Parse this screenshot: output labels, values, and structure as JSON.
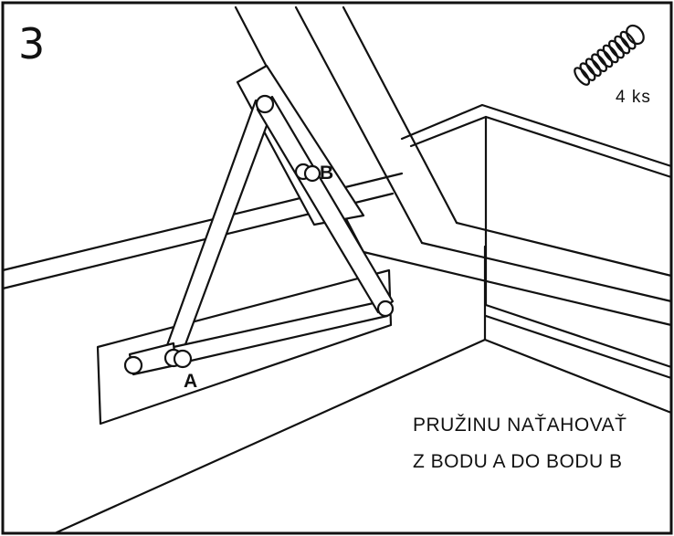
{
  "step": {
    "number": "3"
  },
  "parts": {
    "quantity_label": "4 ks",
    "icon": "spring-icon"
  },
  "points": {
    "a_label": "A",
    "b_label": "B"
  },
  "instruction": {
    "line1": "PRUŽINU NAŤAHOVAŤ",
    "line2": "Z BODU A DO BODU B"
  }
}
